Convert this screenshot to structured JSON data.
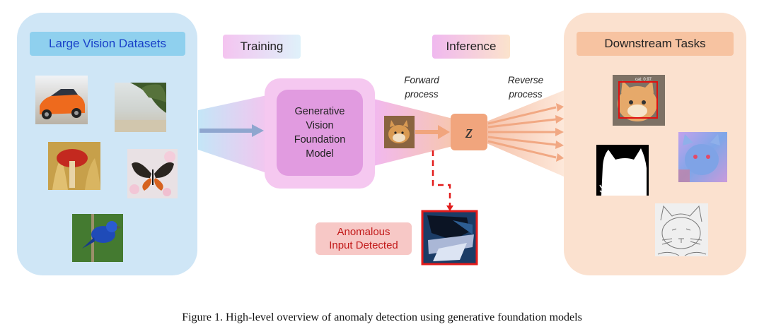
{
  "datasets_label": "Large Vision Datasets",
  "training_label": "Training",
  "inference_label": "Inference",
  "downstream_label": "Downstream Tasks",
  "model_label_lines": [
    "Generative",
    "Vision",
    "Foundation",
    "Model"
  ],
  "forward_label_lines": [
    "Forward",
    "process"
  ],
  "reverse_label_lines": [
    "Reverse",
    "process"
  ],
  "latent_symbol": "z",
  "anomaly_label_lines": [
    "Anomalous",
    "Input Detected"
  ],
  "detection_box_text": "cat: 0.97",
  "caption": "Figure 1. High-level overview of anomaly detection using generative foundation models",
  "colors": {
    "left_panel": "#cfe6f6",
    "right_panel": "#fbe1cf",
    "model_outer": "#f5c8f0",
    "model_inner": "#e19be0",
    "latent_box": "#f1a57d",
    "anomaly_dashed": "#e21b1b"
  }
}
